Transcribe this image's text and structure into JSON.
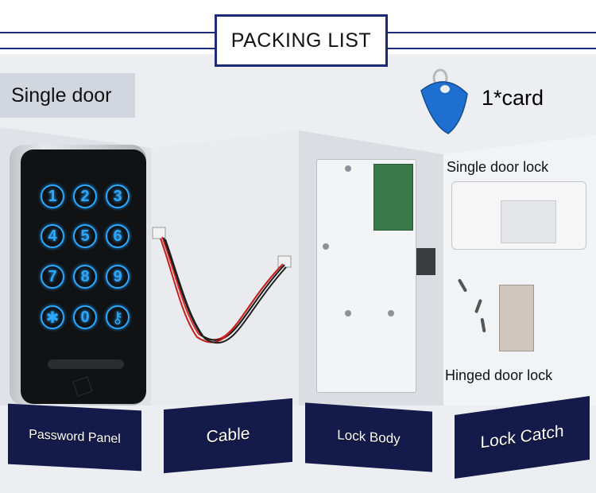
{
  "header": {
    "title": "PACKING LIST"
  },
  "single_door_label": "Single door",
  "card_label": "1*card",
  "keypad": {
    "keys": [
      "1",
      "2",
      "3",
      "4",
      "5",
      "6",
      "7",
      "8",
      "9",
      "✱",
      "0",
      "⚷"
    ]
  },
  "captions": {
    "single_door_lock": "Single door lock",
    "hinged_door_lock": "Hinged door lock"
  },
  "bottom_labels": {
    "password_panel": "Password Panel",
    "cable": "Cable",
    "lock_body": "Lock Body",
    "lock_catch": "Lock Catch"
  },
  "colors": {
    "navy": "#1b2a7a",
    "label_bg": "#141a4a",
    "key_glow": "#2ea8ff"
  }
}
